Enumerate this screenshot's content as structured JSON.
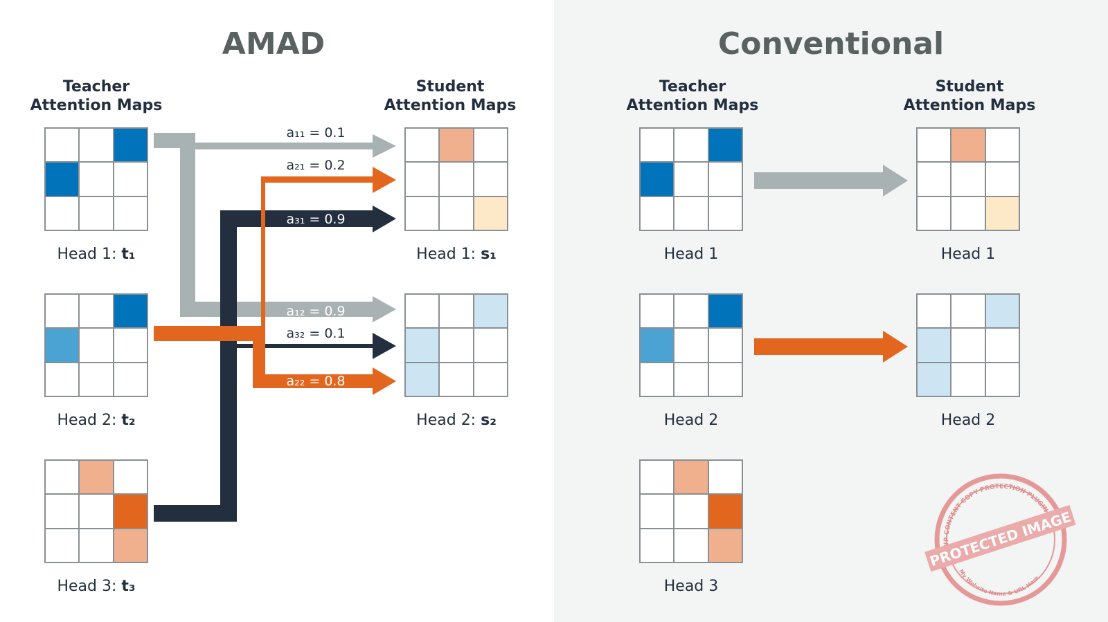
{
  "left": {
    "title": "AMAD",
    "teacher_header": [
      "Teacher",
      "Attention Maps"
    ],
    "student_header": [
      "Student",
      "Attention Maps"
    ],
    "teacher_caps": [
      {
        "prefix": "Head 1: ",
        "var": "t₁"
      },
      {
        "prefix": "Head 2: ",
        "var": "t₂"
      },
      {
        "prefix": "Head 3: ",
        "var": "t₃"
      }
    ],
    "student_caps": [
      {
        "prefix": "Head 1: ",
        "var": "s₁"
      },
      {
        "prefix": "Head 2: ",
        "var": "s₂"
      }
    ],
    "weights": {
      "a11": "a₁₁ = 0.1",
      "a21": "a₂₁ = 0.2",
      "a31": "a₃₁ = 0.9",
      "a12": "a₁₂ = 0.9",
      "a32": "a₃₂ = 0.1",
      "a22": "a₂₂ = 0.8"
    }
  },
  "right": {
    "title": "Conventional",
    "teacher_header": [
      "Teacher",
      "Attention Maps"
    ],
    "student_header": [
      "Student",
      "Attention Maps"
    ],
    "teacher_caps": [
      "Head 1",
      "Head 2",
      "Head 3"
    ],
    "student_caps": [
      "Head 1",
      "Head 2"
    ]
  },
  "colors": {
    "gray": "#a9b2b2",
    "orange": "#e3661f",
    "navy": "#232f3e",
    "blue_dark": "#0073bb",
    "blue_mid": "#4aa3d2",
    "blue_light": "#cde4f2",
    "peach": "#f0b08e",
    "cream": "#fde9c8"
  },
  "maps": {
    "teacher1": [
      "w",
      "w",
      "blue_dark",
      "blue_dark",
      "w",
      "w",
      "w",
      "w",
      "w"
    ],
    "teacher2": [
      "w",
      "w",
      "blue_dark",
      "blue_mid",
      "w",
      "w",
      "w",
      "w",
      "w"
    ],
    "teacher3": [
      "w",
      "peach",
      "w",
      "w",
      "w",
      "orange",
      "w",
      "w",
      "peach"
    ],
    "student1": [
      "w",
      "peach",
      "w",
      "w",
      "w",
      "w",
      "w",
      "w",
      "cream"
    ],
    "student2": [
      "w",
      "w",
      "blue_light",
      "blue_light",
      "w",
      "w",
      "blue_light",
      "w",
      "w"
    ]
  },
  "watermark": {
    "top_text": "WP CONTENT COPY PROTECTION PLUGIN",
    "main_text": "PROTECTED IMAGE",
    "bottom_text": "My Website Name & URL Here"
  }
}
